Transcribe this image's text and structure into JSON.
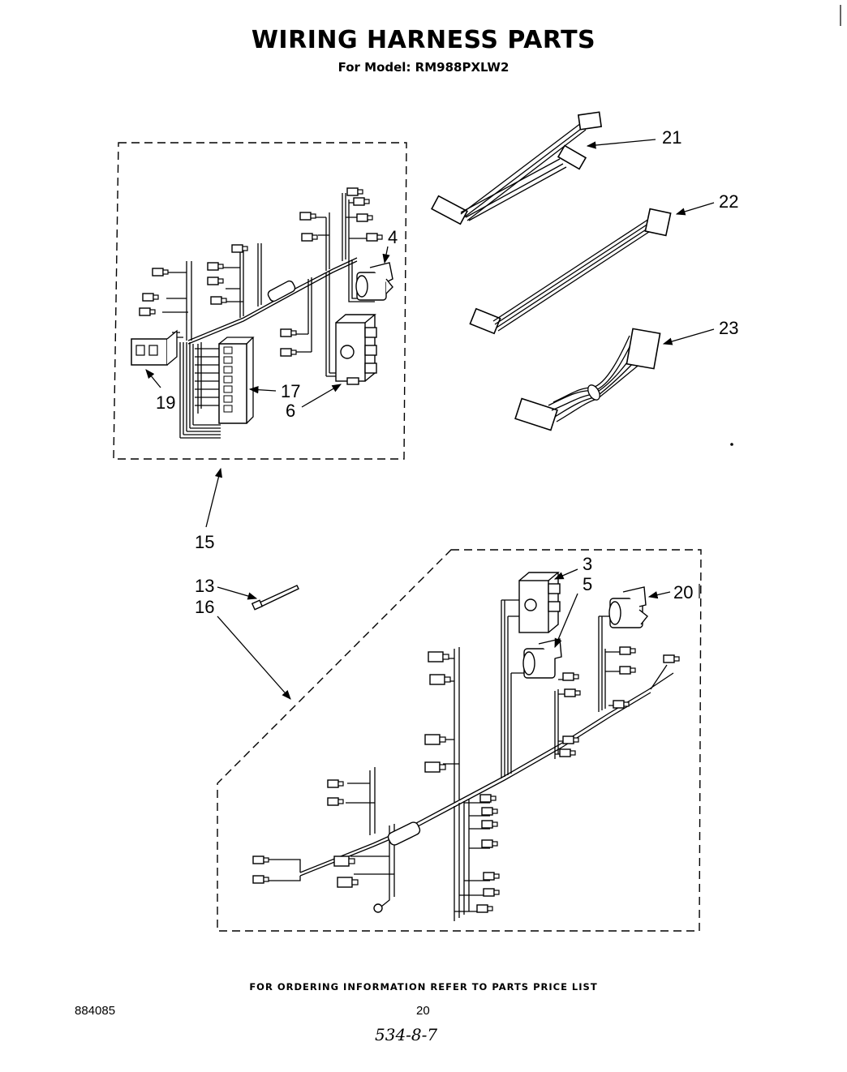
{
  "header": {
    "title": "WIRING HARNESS PARTS",
    "subtitle": "For Model: RM988PXLW2"
  },
  "callouts": {
    "c3": "3",
    "c4": "4",
    "c5": "5",
    "c6": "6",
    "c13": "13",
    "c15": "15",
    "c16": "16",
    "c17": "17",
    "c19": "19",
    "c20": "20",
    "c21": "21",
    "c22": "22",
    "c23": "23"
  },
  "footer": {
    "ordering_note": "FOR ORDERING INFORMATION REFER TO PARTS PRICE LIST",
    "document_number": "884085",
    "page_number": "20",
    "handwritten_note": "534-8-7"
  }
}
